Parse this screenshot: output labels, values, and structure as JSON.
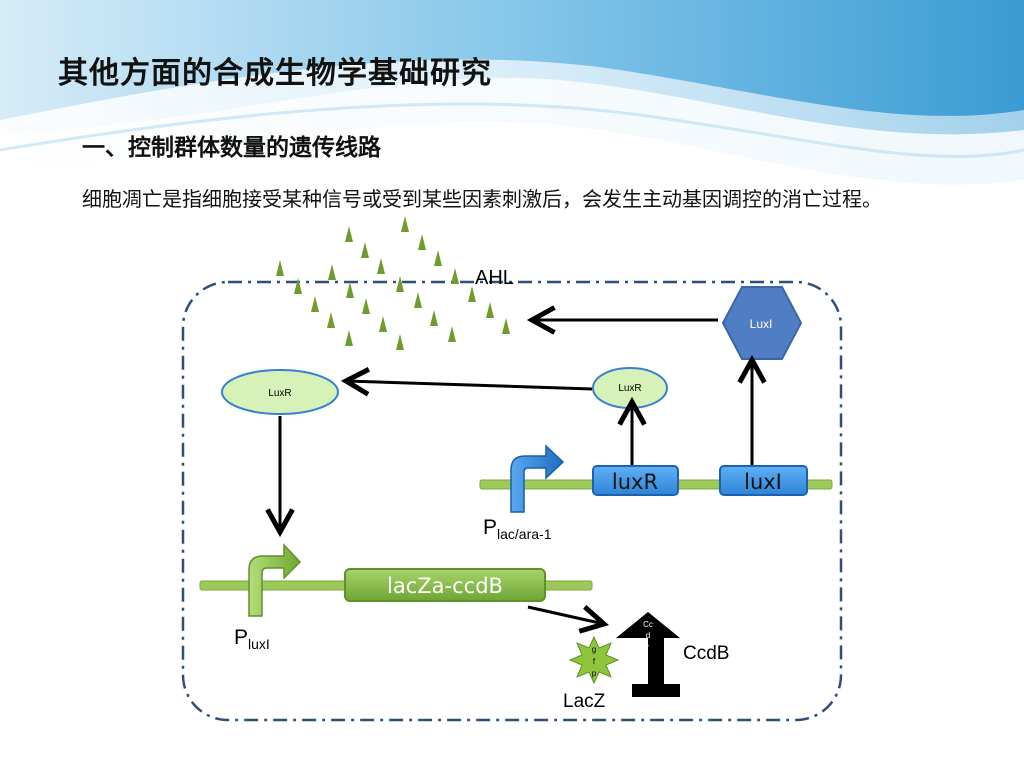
{
  "colors": {
    "header_blue": "#4ea8d6",
    "dashed_border": "#2e4f7a",
    "line_green": "#9dc85a",
    "blue_box": "#3a8fe0",
    "green_box": "#7fb83f",
    "luxr_ellipse": "#d7f2b8",
    "luxi_hexagon": "#4f7ec4",
    "ahl_marker": "#6e9c2d",
    "promoter_blue": "#2f7fd0",
    "promoter_green": "#8cc04a",
    "ccdb_black": "#000000",
    "lacz_star": "#8fc43c"
  },
  "slide": {
    "title": "其他方面的合成生物学基础研究",
    "subtitle": "一、控制群体数量的遗传线路",
    "description": "细胞凋亡是指细胞接受某种信号或受到某些因素刺激后，会发生主动基因调控的消亡过程。"
  },
  "diagram": {
    "ahl_label": "AHL",
    "luxi_protein": "LuxI",
    "luxr_protein_left": "LuxR",
    "luxr_protein_right": "LuxR",
    "gene_luxr": "luxR",
    "gene_luxi": "luxI",
    "gene_lacza_ccdb": "lacZa-ccdB",
    "promoter_lac_p": "P",
    "promoter_lac_sub": "lac/ara-1",
    "promoter_luxi_p": "P",
    "promoter_luxi_sub": "luxI",
    "ccdb_label": "CcdB",
    "ccdb_inner": [
      "Cc",
      "d",
      "-"
    ],
    "lacz_label": "LacZ",
    "lacz_inner": [
      "g",
      "f",
      "p"
    ]
  }
}
